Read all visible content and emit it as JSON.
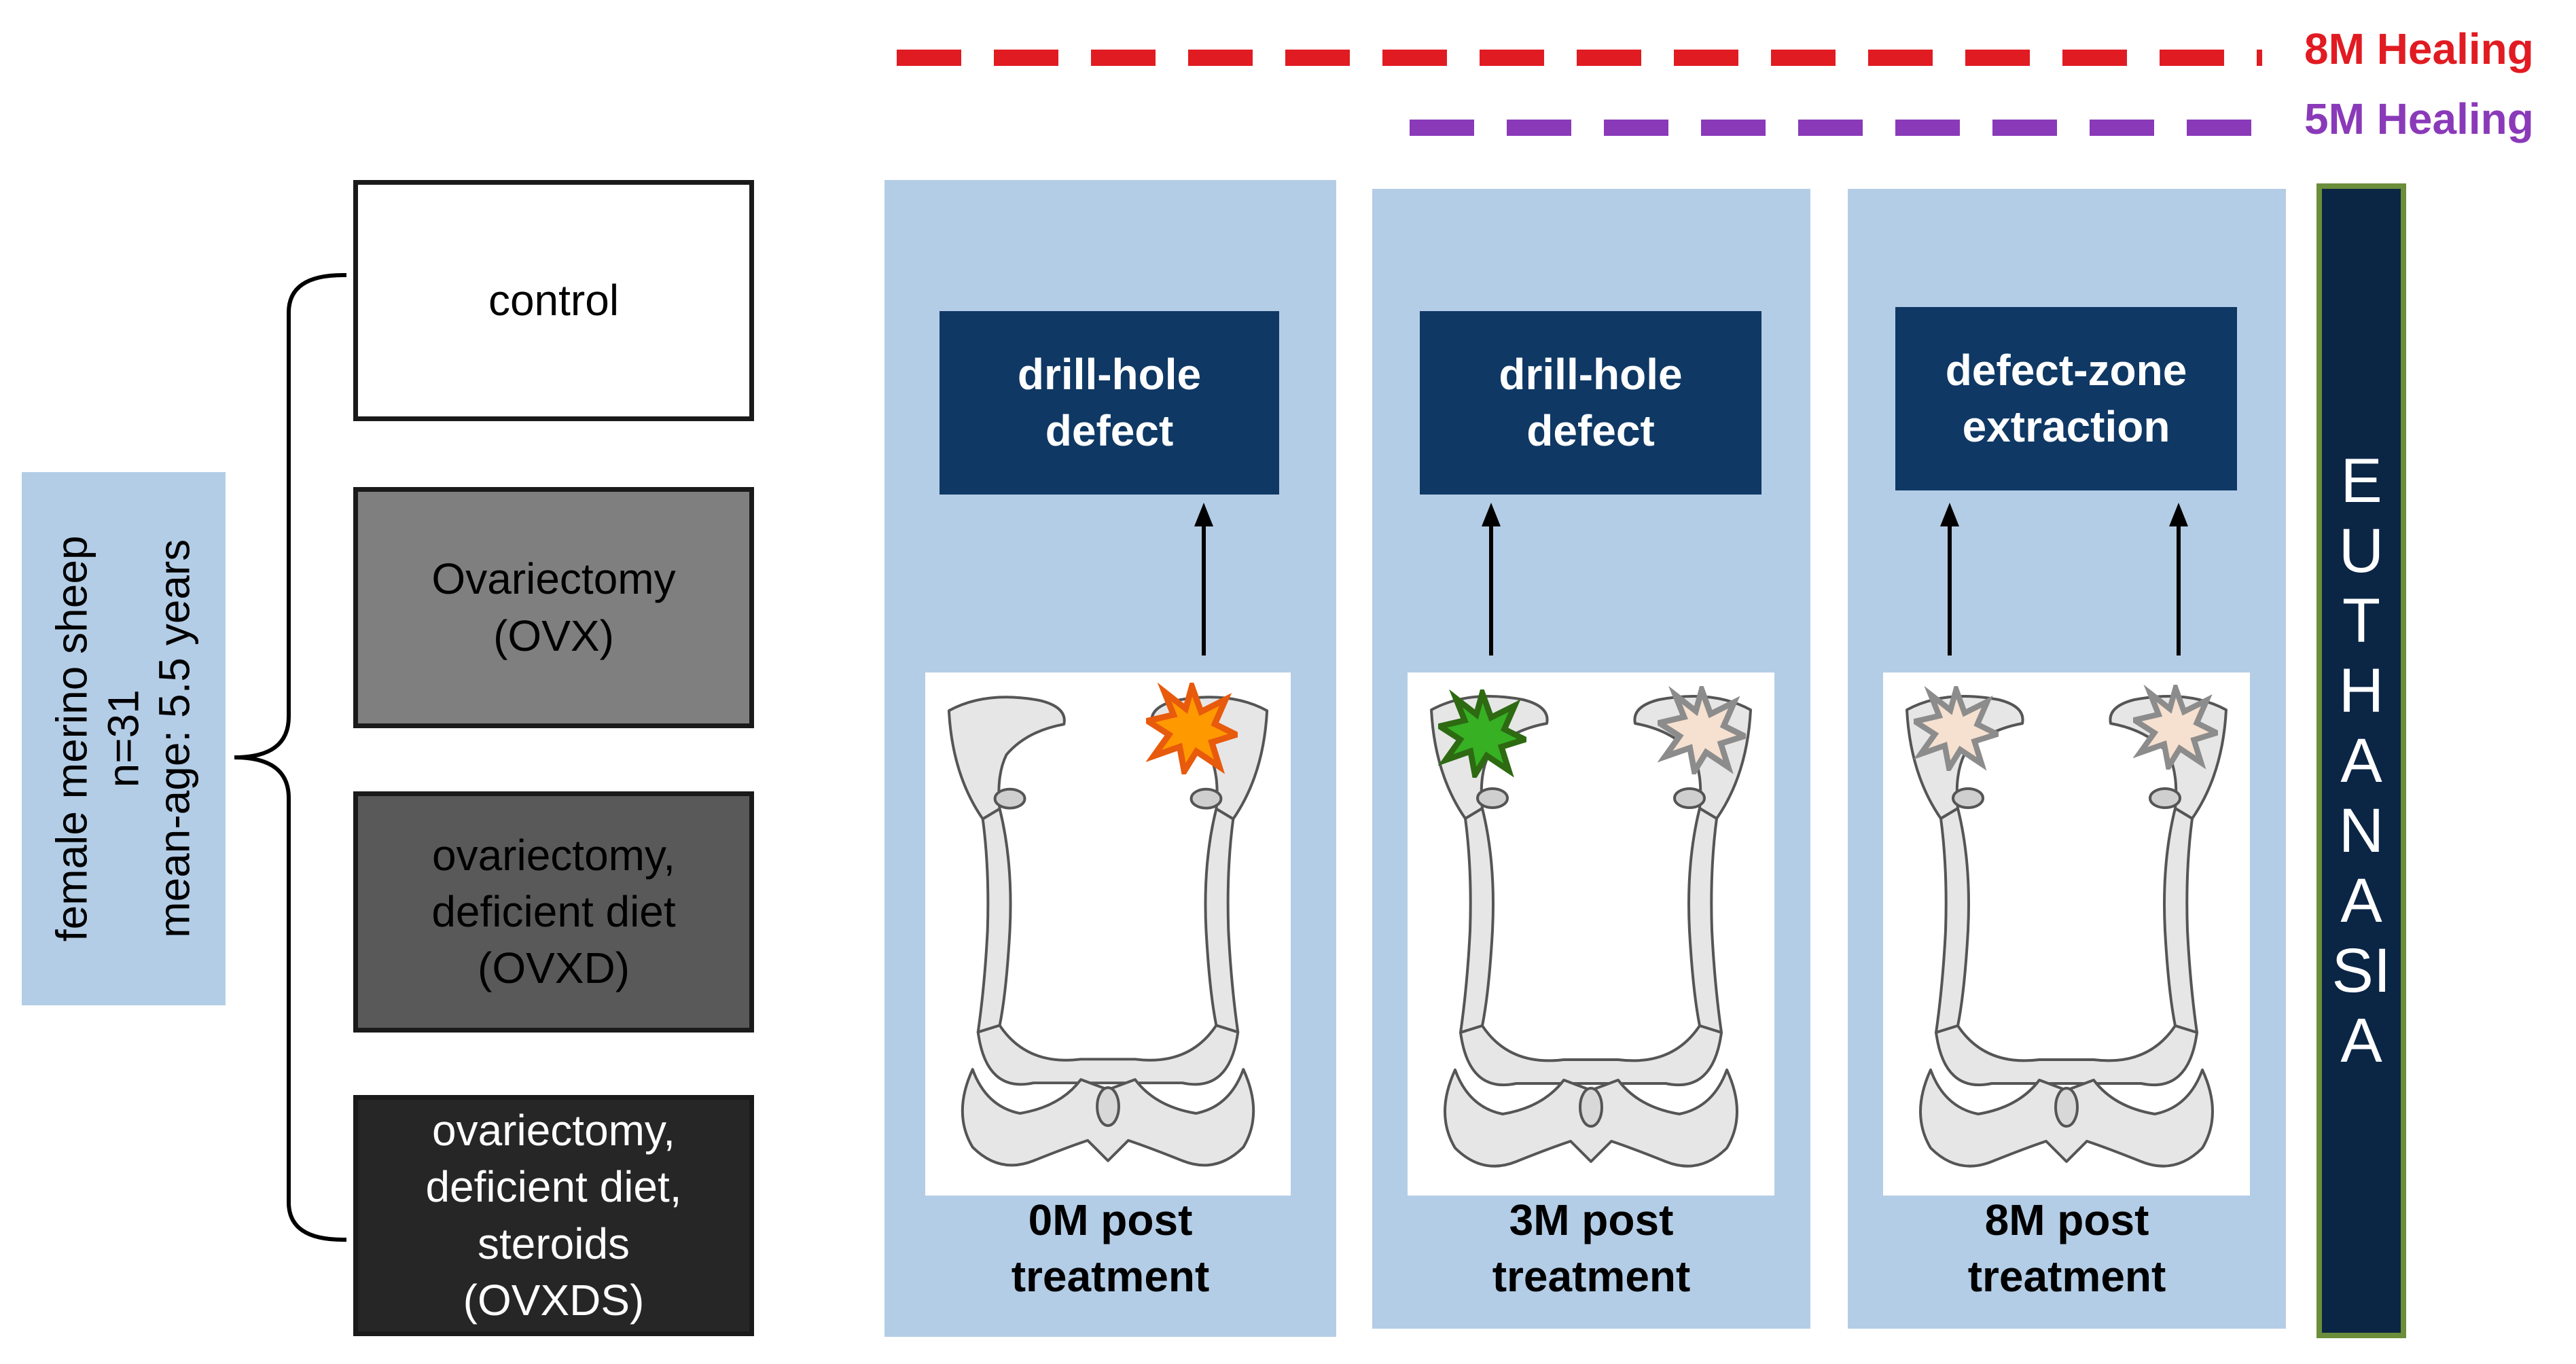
{
  "legend": [
    {
      "label": "8M Healing",
      "color": "#e11b22"
    },
    {
      "label": "5M Healing",
      "color": "#8a3ab9"
    }
  ],
  "subject": {
    "lines": [
      "female merino sheep",
      "n=31",
      "mean-age: 5.5 years"
    ]
  },
  "groups": [
    {
      "lines": [
        "control"
      ],
      "fill": "#ffffff",
      "text_color": "#000000"
    },
    {
      "lines": [
        "Ovariectomy",
        "(OVX)"
      ],
      "fill": "#7f7f7f",
      "text_color": "#000000"
    },
    {
      "lines": [
        "ovariectomy,",
        "deficient diet",
        "(OVXD)"
      ],
      "fill": "#595959",
      "text_color": "#000000"
    },
    {
      "lines": [
        "ovariectomy,",
        "deficient diet,",
        "steroids",
        "(OVXDS)"
      ],
      "fill": "#262626",
      "text_color": "#ffffff"
    }
  ],
  "timepoints": [
    {
      "step": [
        "drill-hole",
        "defect"
      ],
      "caption": [
        "0M post",
        "treatment"
      ],
      "markers": [
        "orange-burst"
      ]
    },
    {
      "step": [
        "drill-hole",
        "defect"
      ],
      "caption": [
        "3M post",
        "treatment"
      ],
      "markers": [
        "green-burst",
        "beige-burst"
      ]
    },
    {
      "step": [
        "defect-zone",
        "extraction"
      ],
      "caption": [
        "8M post",
        "treatment"
      ],
      "markers": [
        "beige-burst",
        "beige-burst"
      ]
    }
  ],
  "euthanasia": {
    "label": "EUTHANASIA",
    "fill": "#0b2545",
    "border": "#6b8e3a"
  },
  "colors": {
    "panel": "#b4cde6",
    "step_box": "#0f3864",
    "orange": "#ff9900",
    "green": "#37b024",
    "beige": "#f6e0d0"
  }
}
